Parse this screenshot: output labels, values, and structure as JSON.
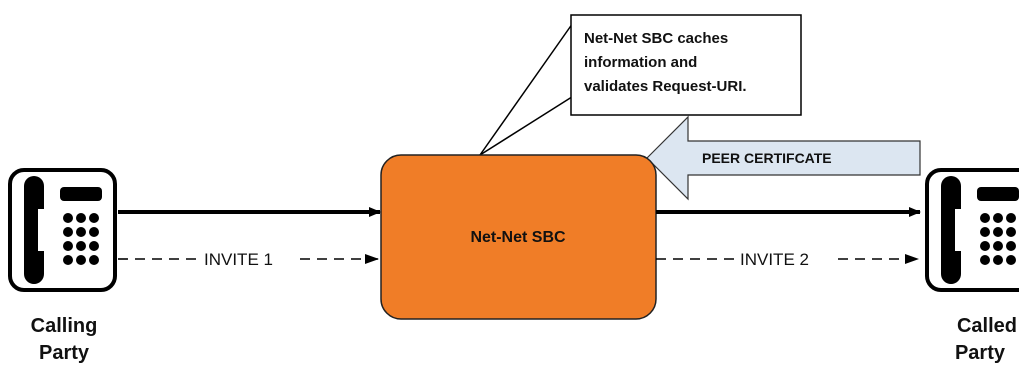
{
  "callout": {
    "lines": [
      "Net-Net SBC caches",
      "information and",
      "validates Request-URI."
    ]
  },
  "peer_certificate_label": "PEER CERTIFCATE",
  "sbc_label": "Net-Net SBC",
  "invite_1_label": "INVITE 1",
  "invite_2_label": "INVITE 2",
  "calling_party": {
    "lines": [
      "Calling",
      "Party"
    ]
  },
  "called_party": {
    "lines": [
      "Called",
      "Party"
    ]
  },
  "colors": {
    "sbc_fill": "#f07d27",
    "sbc_stroke": "#222222",
    "arrow_fill": "#dce6f1",
    "callout_fill": "#ffffff",
    "line": "#000000"
  },
  "icons": {
    "calling_phone": "desk-phone-icon",
    "called_phone": "desk-phone-icon"
  }
}
